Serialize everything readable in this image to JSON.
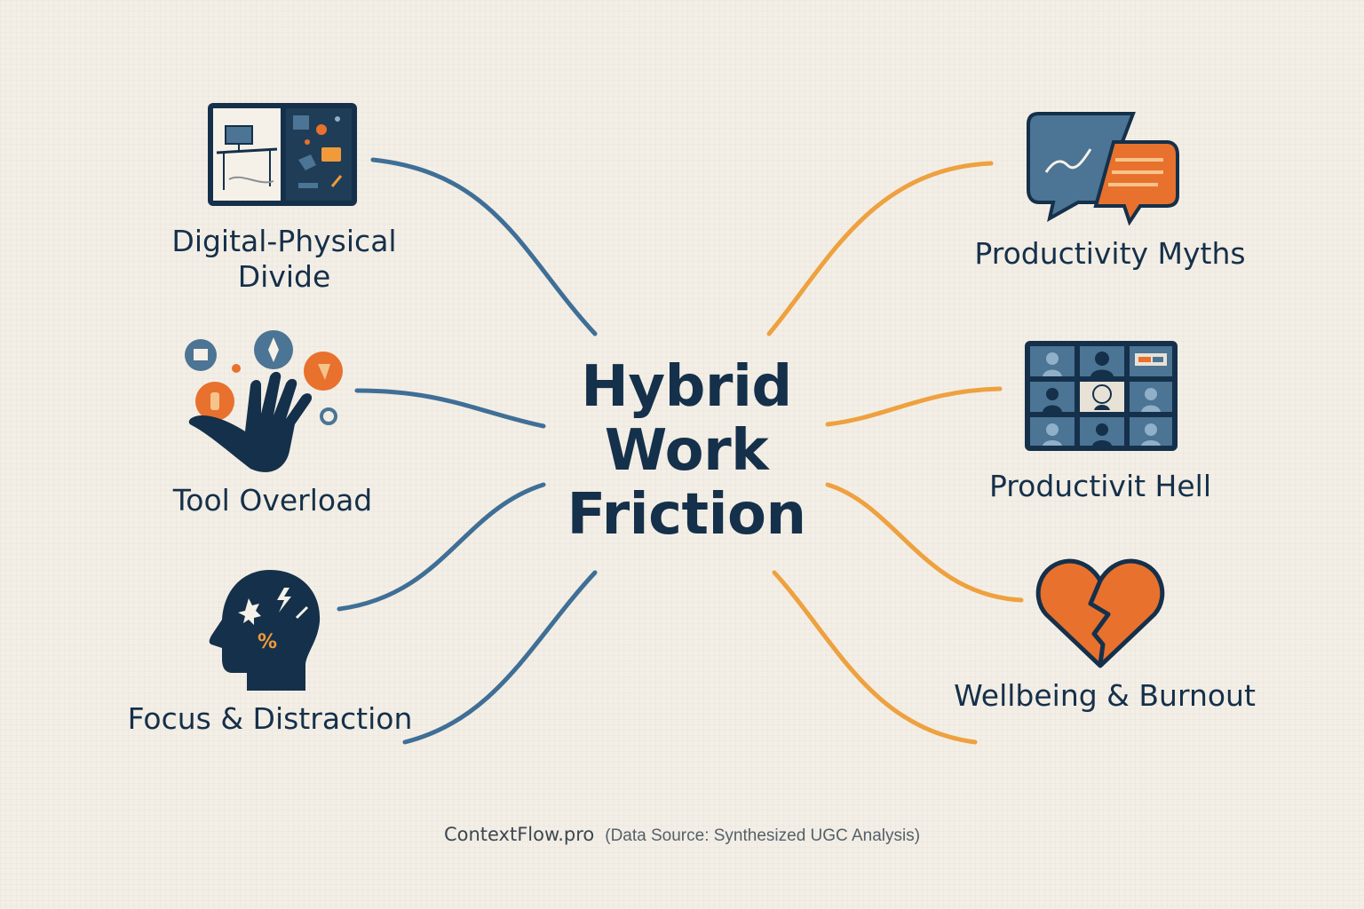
{
  "center": {
    "line1": "Hybrid",
    "line2": "Work",
    "line3": "Friction"
  },
  "left_nodes": [
    {
      "label_line1": "Digital-Physical",
      "label_line2": "Divide",
      "icon": "split-desk-screen-icon"
    },
    {
      "label": "Tool Overload",
      "icon": "juggling-hand-icon"
    },
    {
      "label": "Focus & Distraction",
      "icon": "distracted-head-icon"
    }
  ],
  "right_nodes": [
    {
      "label": "Productivity Myths",
      "icon": "speech-bubbles-icon"
    },
    {
      "label": "Productivit Hell",
      "icon": "video-call-grid-icon"
    },
    {
      "label": "Wellbeing & Burnout",
      "icon": "broken-heart-icon"
    }
  ],
  "footer": {
    "brand": "ContextFlow.pro",
    "source": "(Data Source: Synthesized UGC Analysis)"
  },
  "colors": {
    "left_connector": "#3f6f96",
    "right_connector": "#eea13f",
    "accent_orange": "#e8712d",
    "navy": "#15304a",
    "slate_blue": "#4c7494"
  }
}
